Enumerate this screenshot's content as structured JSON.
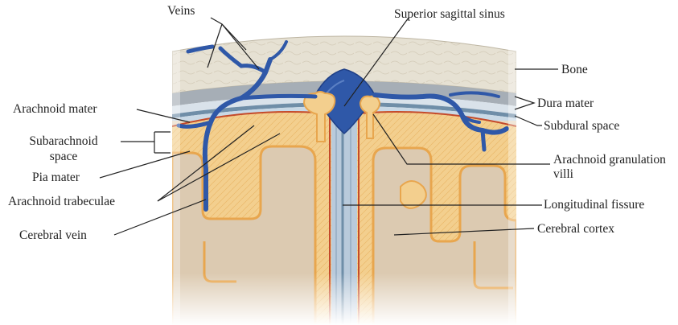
{
  "labels": {
    "veins": "Veins",
    "superior_sagittal_sinus": "Superior sagittal sinus",
    "bone": "Bone",
    "dura_mater": "Dura mater",
    "subdural_space": "Subdural space",
    "arachnoid_mater": "Arachnoid mater",
    "subarachnoid_space": "Subarachnoid space",
    "pia_mater": "Pia mater",
    "arachnoid_trabeculae": "Arachnoid trabeculae",
    "cerebral_vein": "Cerebral vein",
    "arachnoid_granulation_villi": "Arachnoid granulation villi",
    "longitudinal_fissure": "Longitudinal fissure",
    "cerebral_cortex": "Cerebral cortex"
  },
  "colors": {
    "bone": "#e6e1d3",
    "dura": "#a6aeb6",
    "subdural": "#c8d2dc",
    "arachnoid": "#6f8ea8",
    "vein": "#2f58a8",
    "vein_dark": "#1f3f86",
    "cortex_edge": "#e8a64e",
    "cortex_fill": "#f3cf8e",
    "white_matter": "#dccab1",
    "pia": "#c44a2c"
  }
}
